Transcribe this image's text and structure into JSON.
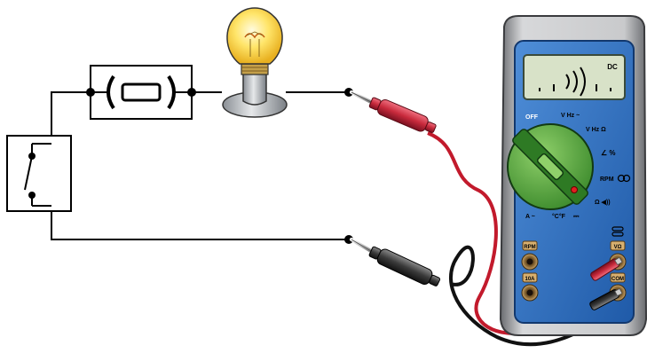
{
  "meter": {
    "display_mode": "DC",
    "dial": {
      "off": "OFF",
      "v_hz_ac": "V Hz ~",
      "v_hz_ohm": "V Hz Ω",
      "angle_pct": "∠ %",
      "rpm": "RPM",
      "ohm_sound": "Ω ◀))",
      "amp_ac": "A ~",
      "temp": "°C°F",
      "dc_symbol": "⎓"
    },
    "jacks": {
      "rpm": "RPM",
      "amp10": "10A",
      "v_ohm": "VΩ",
      "com": "COM"
    }
  },
  "colors": {
    "meter_body": "#2f6fc0",
    "dial_green": "#5aa63c",
    "lcd": "#d8e2c8",
    "probe_red": "#c82a3c",
    "probe_black": "#333333",
    "bulb_yellow": "#ffd84a"
  }
}
